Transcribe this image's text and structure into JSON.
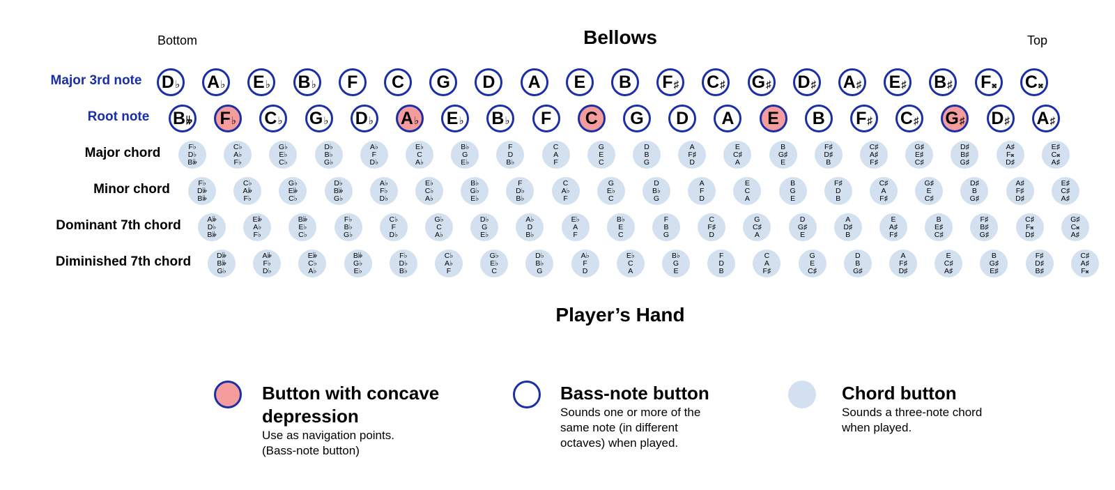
{
  "header": {
    "title": "Bellows",
    "left_label": "Bottom",
    "right_label": "Top"
  },
  "footer": {
    "title": "Player’s Hand"
  },
  "rows": {
    "major_third": {
      "label": "Major 3rd note",
      "notes": [
        "D♭",
        "A♭",
        "E♭",
        "B♭",
        "F",
        "C",
        "G",
        "D",
        "A",
        "E",
        "B",
        "F♯",
        "C♯",
        "G♯",
        "D♯",
        "A♯",
        "E♯",
        "B♯",
        "F𝄪",
        "C𝄪"
      ]
    },
    "root": {
      "label": "Root note",
      "notes": [
        "B𝄫",
        "F♭",
        "C♭",
        "G♭",
        "D♭",
        "A♭",
        "E♭",
        "B♭",
        "F",
        "C",
        "G",
        "D",
        "A",
        "E",
        "B",
        "F♯",
        "C♯",
        "G♯",
        "D♯",
        "A♯"
      ],
      "concave": [
        1,
        5,
        9,
        13,
        17
      ]
    },
    "major_chord": {
      "label": "Major chord",
      "chords": [
        [
          "F♭",
          "D♭",
          "B𝄫"
        ],
        [
          "C♭",
          "A♭",
          "F♭"
        ],
        [
          "G♭",
          "E♭",
          "C♭"
        ],
        [
          "D♭",
          "B♭",
          "G♭"
        ],
        [
          "A♭",
          "F",
          "D♭"
        ],
        [
          "E♭",
          "C",
          "A♭"
        ],
        [
          "B♭",
          "G",
          "E♭"
        ],
        [
          "F",
          "D",
          "B♭"
        ],
        [
          "C",
          "A",
          "F"
        ],
        [
          "G",
          "E",
          "C"
        ],
        [
          "D",
          "B",
          "G"
        ],
        [
          "A",
          "F♯",
          "D"
        ],
        [
          "E",
          "C♯",
          "A"
        ],
        [
          "B",
          "G♯",
          "E"
        ],
        [
          "F♯",
          "D♯",
          "B"
        ],
        [
          "C♯",
          "A♯",
          "F♯"
        ],
        [
          "G♯",
          "E♯",
          "C♯"
        ],
        [
          "D♯",
          "B♯",
          "G♯"
        ],
        [
          "A♯",
          "F𝄪",
          "D♯"
        ],
        [
          "E♯",
          "C𝄪",
          "A♯"
        ]
      ]
    },
    "minor_chord": {
      "label": "Minor chord",
      "chords": [
        [
          "F♭",
          "D𝄫",
          "B𝄫"
        ],
        [
          "C♭",
          "A𝄫",
          "F♭"
        ],
        [
          "G♭",
          "E𝄫",
          "C♭"
        ],
        [
          "D♭",
          "B𝄫",
          "G♭"
        ],
        [
          "A♭",
          "F♭",
          "D♭"
        ],
        [
          "E♭",
          "C♭",
          "A♭"
        ],
        [
          "B♭",
          "G♭",
          "E♭"
        ],
        [
          "F",
          "D♭",
          "B♭"
        ],
        [
          "C",
          "A♭",
          "F"
        ],
        [
          "G",
          "E♭",
          "C"
        ],
        [
          "D",
          "B♭",
          "G"
        ],
        [
          "A",
          "F",
          "D"
        ],
        [
          "E",
          "C",
          "A"
        ],
        [
          "B",
          "G",
          "E"
        ],
        [
          "F♯",
          "D",
          "B"
        ],
        [
          "C♯",
          "A",
          "F♯"
        ],
        [
          "G♯",
          "E",
          "C♯"
        ],
        [
          "D♯",
          "B",
          "G♯"
        ],
        [
          "A♯",
          "F♯",
          "D♯"
        ],
        [
          "E♯",
          "C♯",
          "A♯"
        ]
      ]
    },
    "dominant7": {
      "label": "Dominant 7th chord",
      "chords": [
        [
          "A𝄫",
          "D♭",
          "B𝄫"
        ],
        [
          "E𝄫",
          "A♭",
          "F♭"
        ],
        [
          "B𝄫",
          "E♭",
          "C♭"
        ],
        [
          "F♭",
          "B♭",
          "G♭"
        ],
        [
          "C♭",
          "F",
          "D♭"
        ],
        [
          "G♭",
          "C",
          "A♭"
        ],
        [
          "D♭",
          "G",
          "E♭"
        ],
        [
          "A♭",
          "D",
          "B♭"
        ],
        [
          "E♭",
          "A",
          "F"
        ],
        [
          "B♭",
          "E",
          "C"
        ],
        [
          "F",
          "B",
          "G"
        ],
        [
          "C",
          "F♯",
          "D"
        ],
        [
          "G",
          "C♯",
          "A"
        ],
        [
          "D",
          "G♯",
          "E"
        ],
        [
          "A",
          "D♯",
          "B"
        ],
        [
          "E",
          "A♯",
          "F♯"
        ],
        [
          "B",
          "E♯",
          "C♯"
        ],
        [
          "F♯",
          "B♯",
          "G♯"
        ],
        [
          "C♯",
          "F𝄪",
          "D♯"
        ],
        [
          "G♯",
          "C𝄪",
          "A♯"
        ]
      ]
    },
    "diminished7": {
      "label": "Diminished 7th chord",
      "chords": [
        [
          "D𝄫",
          "B𝄫",
          "G♭"
        ],
        [
          "A𝄫",
          "F♭",
          "D♭"
        ],
        [
          "E𝄫",
          "C♭",
          "A♭"
        ],
        [
          "B𝄫",
          "G♭",
          "E♭"
        ],
        [
          "F♭",
          "D♭",
          "B♭"
        ],
        [
          "C♭",
          "A♭",
          "F"
        ],
        [
          "G♭",
          "E♭",
          "C"
        ],
        [
          "D♭",
          "B♭",
          "G"
        ],
        [
          "A♭",
          "F",
          "D"
        ],
        [
          "E♭",
          "C",
          "A"
        ],
        [
          "B♭",
          "G",
          "E"
        ],
        [
          "F",
          "D",
          "B"
        ],
        [
          "C",
          "A",
          "F♯"
        ],
        [
          "G",
          "E",
          "C♯"
        ],
        [
          "D",
          "B",
          "G♯"
        ],
        [
          "A",
          "F♯",
          "D♯"
        ],
        [
          "E",
          "C♯",
          "A♯"
        ],
        [
          "B",
          "G♯",
          "E♯"
        ],
        [
          "F♯",
          "D♯",
          "B♯"
        ],
        [
          "C♯",
          "A♯",
          "F𝄪"
        ]
      ]
    }
  },
  "legend": {
    "concave": {
      "title": "Button with concave depression",
      "text_1": "Use as navigation points.",
      "text_2": "(Bass-note button)"
    },
    "bass": {
      "title": "Bass-note button",
      "text_1": "Sounds one or more of the",
      "text_2": "same note (in different",
      "text_3": "octaves) when played."
    },
    "chord": {
      "title": "Chord button",
      "text_1": "Sounds a three-note chord",
      "text_2": "when played."
    }
  },
  "colors": {
    "bass_border": "#1a2ea8",
    "concave_fill": "#f59c9c",
    "chord_fill": "#d2e0ef",
    "label_blue": "#1a2ea8"
  }
}
